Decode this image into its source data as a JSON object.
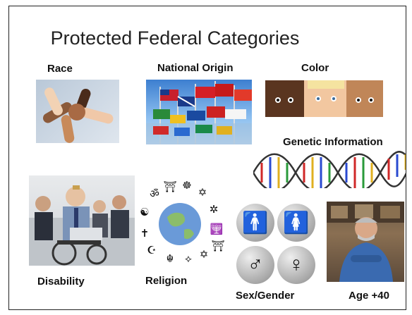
{
  "title": "Protected Federal Categories",
  "labels": {
    "race": "Race",
    "national_origin": "National Origin",
    "color": "Color",
    "genetic": "Genetic Information",
    "disability": "Disability",
    "religion": "Religion",
    "sex": "Sex/Gender",
    "age": "Age +40"
  },
  "images": {
    "race": "hands-photo",
    "national_origin": "flags-photo",
    "color": "faces-photo",
    "genetic": "dna-helix",
    "disability": "wheelchair-office-photo",
    "religion": "religious-symbols-globe",
    "sex": "gender-symbols",
    "age": "older-man-photo"
  }
}
